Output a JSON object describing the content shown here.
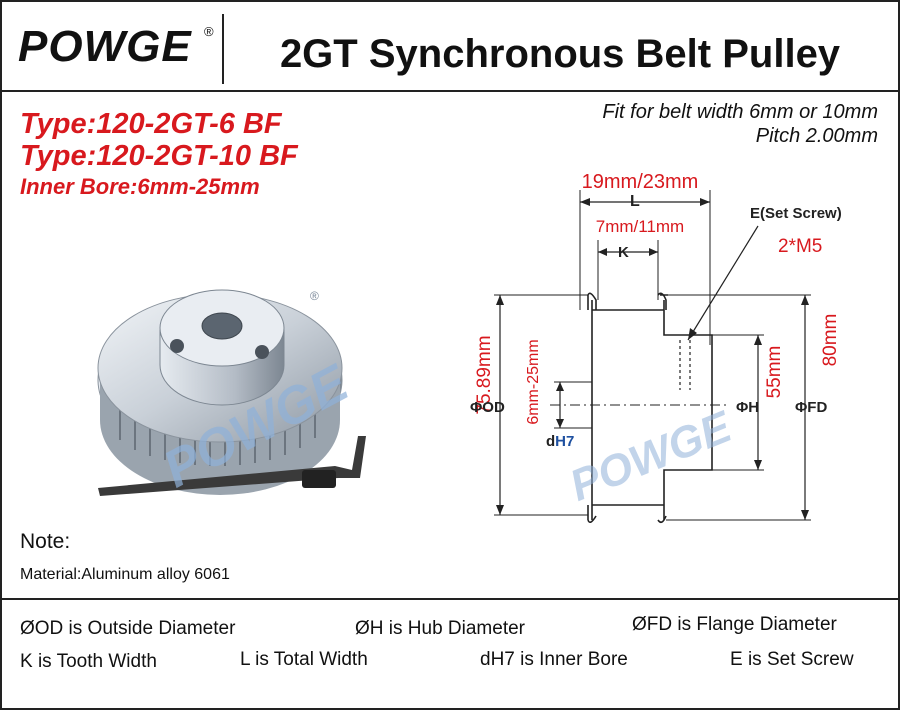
{
  "header": {
    "logo": "POWGE",
    "registered": "®",
    "title": "2GT Synchronous Belt Pulley"
  },
  "types": {
    "line1": "Type:120-2GT-6 BF",
    "line2": "Type:120-2GT-10 BF",
    "bore": "Inner Bore:6mm-25mm"
  },
  "fit": {
    "belt_width": "Fit for belt width 6mm or 10mm",
    "pitch": "Pitch 2.00mm"
  },
  "diagram": {
    "total_width": "19mm/23mm",
    "L": "L",
    "tooth_width": "7mm/11mm",
    "K": "K",
    "set_screw_label": "E(Set Screw)",
    "set_screw_value": "2*M5",
    "od_value": "75.89mm",
    "od_label": "ΦOD",
    "bore_value": "6mm-25mm",
    "bore_label_d": "d",
    "bore_label_h7": "H7",
    "hub_label": "ΦH",
    "hub_value": "55mm",
    "fd_label": "ΦFD",
    "fd_value": "80mm",
    "watermark": "POWGE"
  },
  "photo": {
    "watermark": "POWGE"
  },
  "note": {
    "title": "Note:",
    "material": "Material:Aluminum alloy 6061"
  },
  "legend": {
    "od": "ØOD is Outside Diameter",
    "h": "ØH is Hub Diameter",
    "fd": "ØFD is Flange Diameter",
    "k": "K is Tooth Width",
    "l": "L is Total Width",
    "dh7": "dH7 is Inner Bore",
    "e": "E is Set Screw"
  },
  "colors": {
    "red": "#d8191e",
    "blue": "#1e50a0"
  }
}
